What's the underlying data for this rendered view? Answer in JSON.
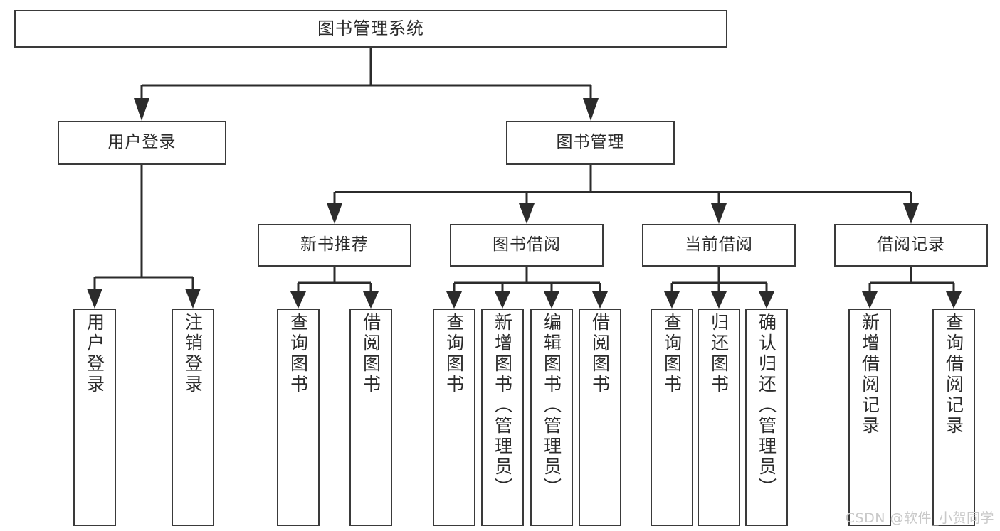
{
  "diagram": {
    "title": "图书管理系统",
    "type": "tree-hierarchy",
    "watermark": "CSDN @软件_小贺同学",
    "colors": {
      "background": "#ffffff",
      "box_border": "#3a3a3a",
      "box_fill": "#ffffff",
      "text": "#2b2b2b",
      "connector": "#2b2b2b",
      "watermark": "#c9c9c9"
    },
    "nodes": {
      "root": {
        "label": "图书管理系统"
      },
      "level2": [
        {
          "id": "user-login",
          "label": "用户登录"
        },
        {
          "id": "book-manage",
          "label": "图书管理"
        }
      ],
      "level3": [
        {
          "id": "new-book-recommend",
          "label": "新书推荐"
        },
        {
          "id": "book-borrow",
          "label": "图书借阅"
        },
        {
          "id": "current-borrow",
          "label": "当前借阅"
        },
        {
          "id": "borrow-record",
          "label": "借阅记录"
        }
      ],
      "leaves": {
        "user_login": [
          {
            "id": "leaf-user-login",
            "label": "用户登录"
          },
          {
            "id": "leaf-logout-login",
            "label": "注销登录"
          }
        ],
        "new_book_recommend": [
          {
            "id": "leaf-query-book-1",
            "label": "查询图书"
          },
          {
            "id": "leaf-borrow-book-1",
            "label": "借阅图书"
          }
        ],
        "book_borrow": [
          {
            "id": "leaf-query-book-2",
            "label": "查询图书"
          },
          {
            "id": "leaf-add-book",
            "label": "新增图书（管理员）"
          },
          {
            "id": "leaf-edit-book",
            "label": "编辑图书（管理员）"
          },
          {
            "id": "leaf-borrow-book-2",
            "label": "借阅图书"
          }
        ],
        "current_borrow": [
          {
            "id": "leaf-query-book-3",
            "label": "查询图书"
          },
          {
            "id": "leaf-return-book",
            "label": "归还图书"
          },
          {
            "id": "leaf-confirm-return",
            "label": "确认归还（管理员）"
          }
        ],
        "borrow_record": [
          {
            "id": "leaf-add-record",
            "label": "新增借阅记录"
          },
          {
            "id": "leaf-query-record",
            "label": "查询借阅记录"
          }
        ]
      }
    }
  }
}
